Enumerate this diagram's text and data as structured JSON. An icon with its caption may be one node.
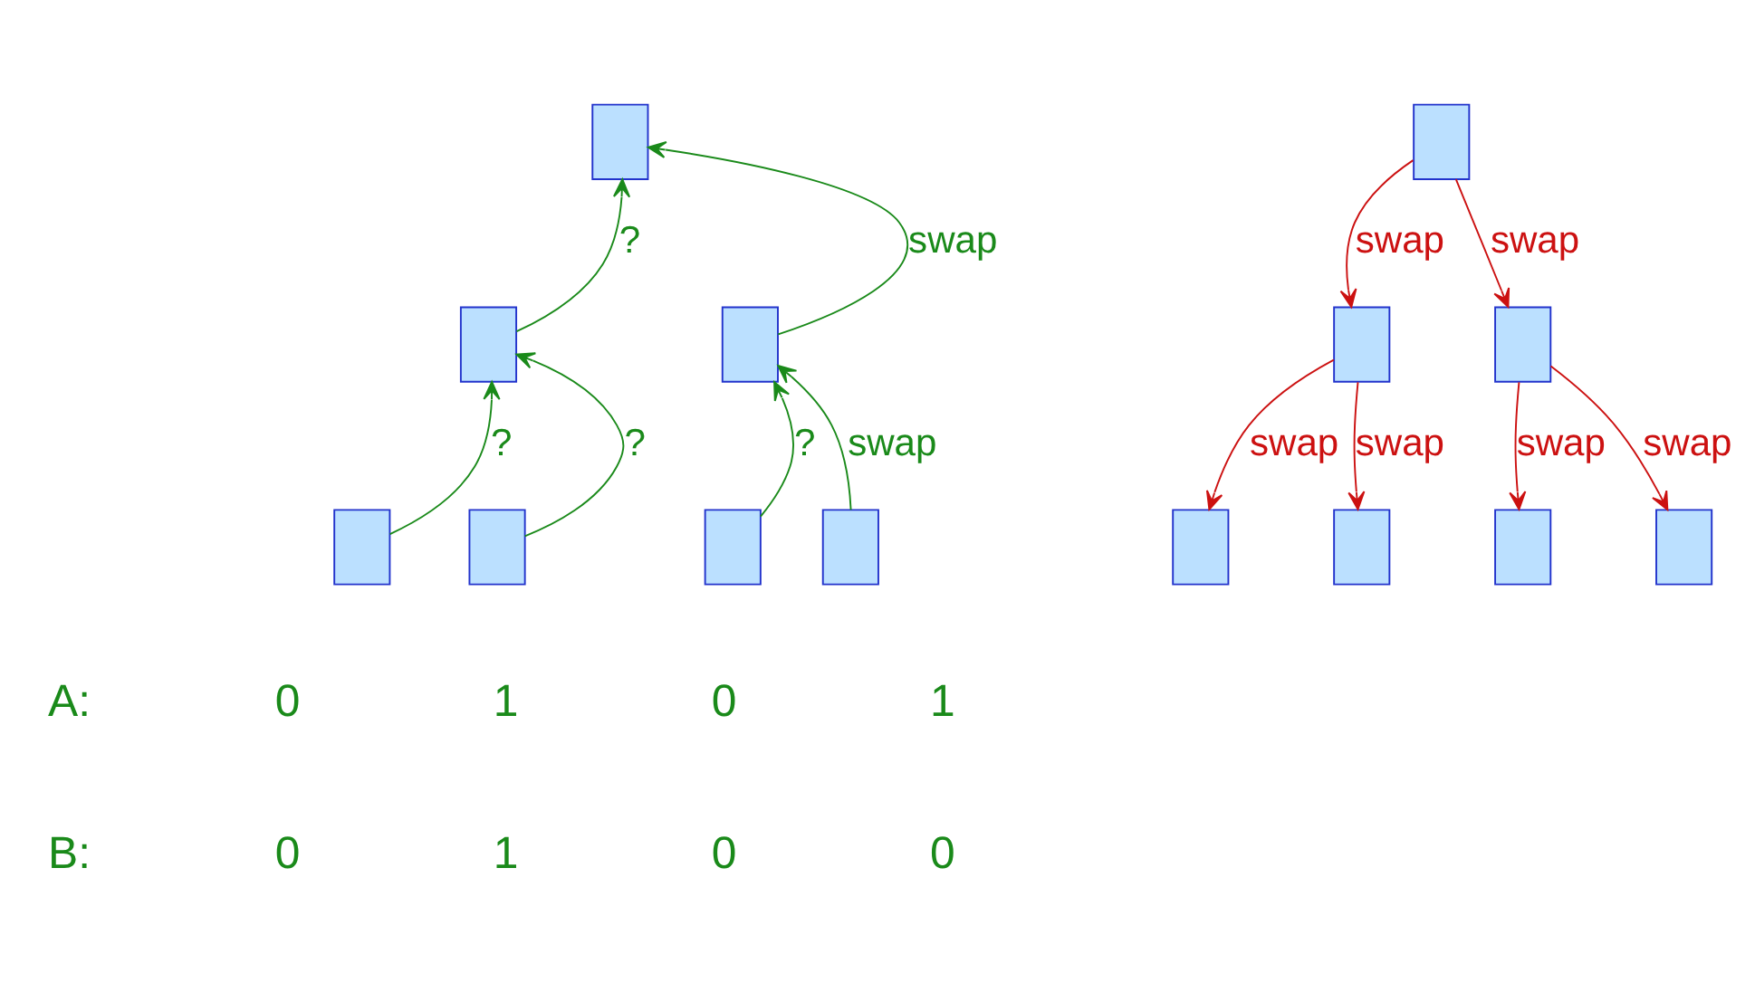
{
  "diagram": {
    "nodes": [
      {
        "text": [],
        "shape": "box"
      },
      {
        "text": [],
        "shape": "box"
      },
      {
        "text": [],
        "shape": "box"
      },
      {
        "text": [],
        "shape": "box"
      },
      {
        "text": [],
        "shape": "box"
      },
      {
        "text": [],
        "shape": "box"
      },
      {
        "text": [],
        "shape": "box"
      },
      {
        "text": [],
        "shape": "box"
      },
      {
        "text": [],
        "shape": "box"
      },
      {
        "text": [],
        "shape": "box"
      },
      {
        "text": [],
        "shape": "box"
      },
      {
        "text": [],
        "shape": "box"
      },
      {
        "text": [],
        "shape": "box"
      },
      {
        "text": [],
        "shape": "box"
      }
    ],
    "edges": [
      {
        "from": 1,
        "to": 0,
        "arrow": "to",
        "label": "?",
        "color": "#1a8a1a"
      },
      {
        "from": 2,
        "to": 0,
        "arrow": "to",
        "label": "swap",
        "color": "#1a8a1a"
      },
      {
        "from": 3,
        "to": 1,
        "arrow": "to",
        "label": "?",
        "color": "#1a8a1a"
      },
      {
        "from": 4,
        "to": 1,
        "arrow": "to",
        "label": "?",
        "color": "#1a8a1a"
      },
      {
        "from": 5,
        "to": 2,
        "arrow": "to",
        "label": "?",
        "color": "#1a8a1a"
      },
      {
        "from": 6,
        "to": 2,
        "arrow": "to",
        "label": "swap",
        "color": "#1a8a1a"
      },
      {
        "from": 7,
        "to": 8,
        "arrow": "to",
        "label": "swap",
        "color": "#cc1111"
      },
      {
        "from": 7,
        "to": 9,
        "arrow": "to",
        "label": "swap",
        "color": "#cc1111"
      },
      {
        "from": 8,
        "to": 10,
        "arrow": "to",
        "label": "swap",
        "color": "#cc1111"
      },
      {
        "from": 8,
        "to": 11,
        "arrow": "to",
        "label": "swap",
        "color": "#cc1111"
      },
      {
        "from": 9,
        "to": 12,
        "arrow": "to",
        "label": "swap",
        "color": "#cc1111"
      },
      {
        "from": 9,
        "to": 13,
        "arrow": "to",
        "label": "swap",
        "color": "#cc1111"
      }
    ],
    "labels": [
      "A:",
      "0",
      "1",
      "0",
      "1",
      "B:",
      "0",
      "1",
      "0",
      "0"
    ]
  }
}
